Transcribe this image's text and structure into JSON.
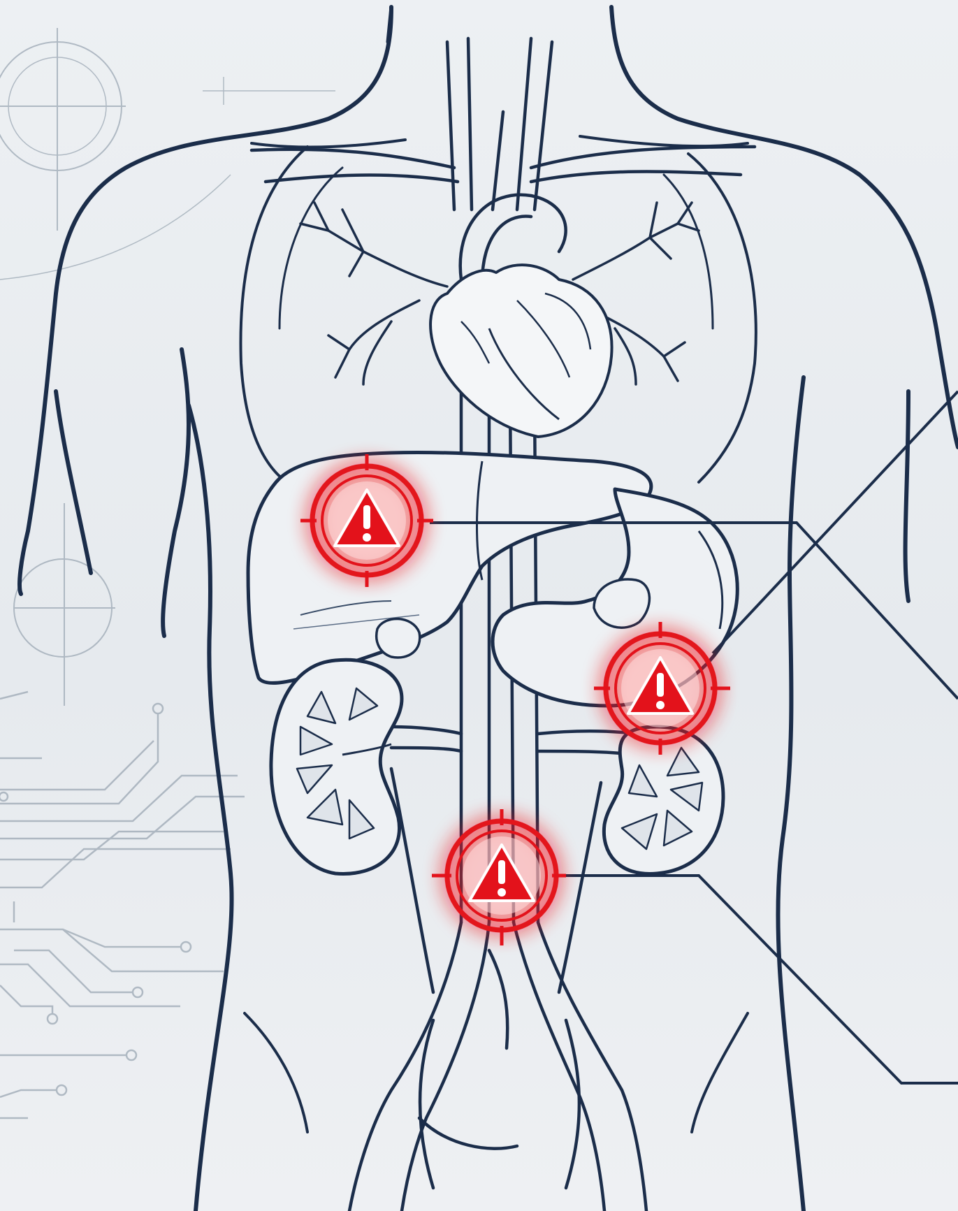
{
  "illustration": {
    "subject": "anatomy-line-drawing",
    "ink_color": "#1b2d4a",
    "background_color": "#eaeef2",
    "technical_overlay_color": "#9aa6b2"
  },
  "markers": [
    {
      "organ": "liver",
      "icon": "warning-triangle-icon",
      "symbol": "!",
      "color": "#e3121b"
    },
    {
      "organ": "stomach",
      "icon": "warning-triangle-icon",
      "symbol": "!",
      "color": "#e3121b"
    },
    {
      "organ": "kidney-aorta",
      "icon": "warning-triangle-icon",
      "symbol": "!",
      "color": "#e3121b"
    }
  ]
}
